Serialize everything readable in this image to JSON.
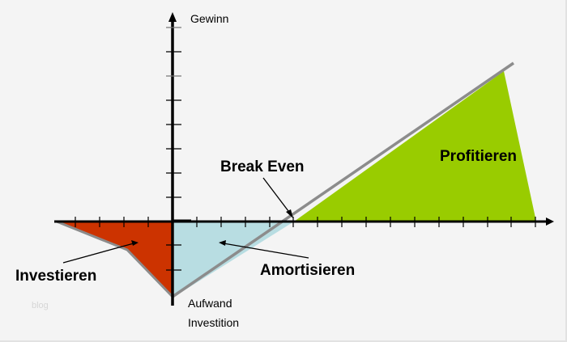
{
  "axes": {
    "y_label": "Gewinn",
    "x_label_line1": "Aufwand",
    "x_label_line2": "Investition"
  },
  "regions": {
    "investieren": {
      "label": "Investieren",
      "color": "#cc3300"
    },
    "amortisieren": {
      "label": "Amortisieren",
      "color": "#b8dde2"
    },
    "profitieren": {
      "label": "Profitieren",
      "color": "#99cc00"
    }
  },
  "annotations": {
    "break_even": "Break Even"
  },
  "watermark": "blog",
  "colors": {
    "background": "#f4f4f4",
    "axis": "#000000",
    "profit_line": "#8c8c8c"
  }
}
